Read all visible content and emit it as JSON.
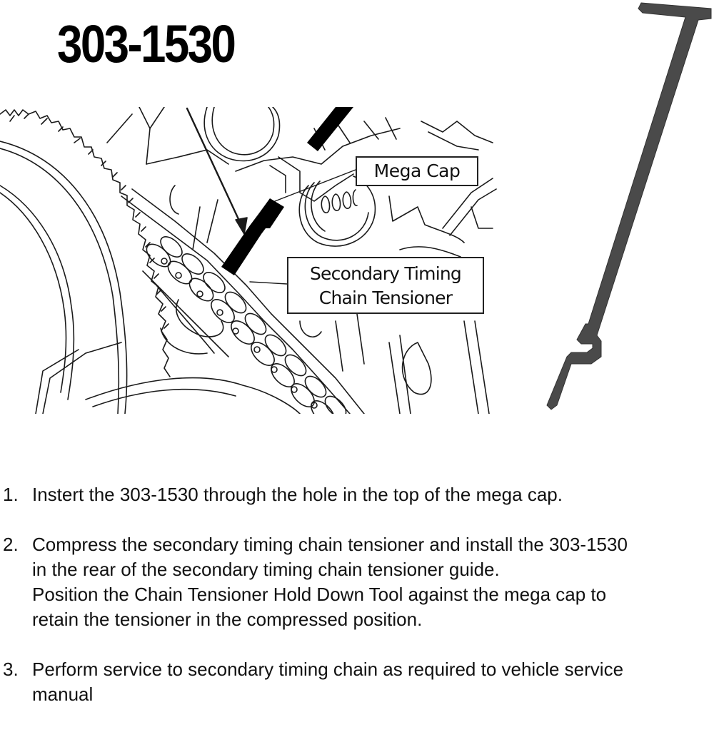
{
  "header": {
    "title": "303-1530"
  },
  "diagram": {
    "callouts": {
      "mega_cap": "Mega Cap",
      "tensioner_line1": "Secondary Timing",
      "tensioner_line2": "Chain Tensioner"
    },
    "colors": {
      "line": "#1a1a1a",
      "tool_fill": "#000000"
    }
  },
  "tool_image": {
    "color": "#4a4a4a",
    "description": "Chain Tensioner Hold Down Tool"
  },
  "steps": [
    {
      "number": "1.",
      "lines": [
        "Instert the 303-1530 through the hole in the top of the mega cap."
      ]
    },
    {
      "number": "2.",
      "lines": [
        "Compress the secondary timing chain tensioner and install the 303-1530",
        "in the rear of the secondary timing chain tensioner guide.",
        "Position the Chain Tensioner Hold Down Tool against the mega cap to",
        "retain the tensioner in the compressed position."
      ]
    },
    {
      "number": "3.",
      "lines": [
        "Perform service to secondary timing chain as required to vehicle service",
        "manual"
      ]
    }
  ]
}
